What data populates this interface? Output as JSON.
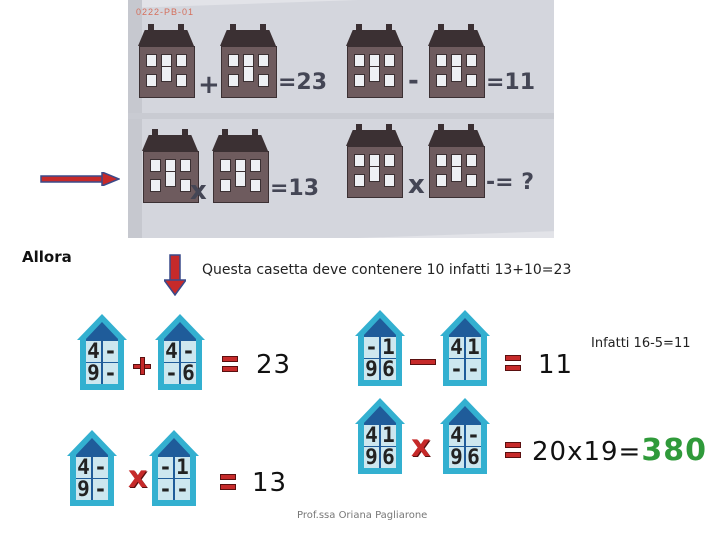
{
  "photo": {
    "code": "0222-PB-01",
    "top_row": {
      "op1": "+",
      "expr1": "=23",
      "op2": "-",
      "expr2": "=11"
    },
    "bottom_row": {
      "op1": "x",
      "expr1": "=13",
      "op2": "x",
      "expr2": "-= ?"
    }
  },
  "labels": {
    "allora": "Allora",
    "explanation": "Questa casetta deve contenere 10  infatti 13+10=23",
    "infatti": "Infatti 16-5=11",
    "author": "Prof.ssa Oriana Pagliarone"
  },
  "houses": {
    "r1_a": [
      "4",
      "-",
      "9",
      "-"
    ],
    "r1_b": [
      "4",
      "-",
      "-",
      "6"
    ],
    "r1_c": [
      "-",
      "1",
      "9",
      "6"
    ],
    "r1_d": [
      "4",
      "1",
      "-",
      "-"
    ],
    "r2_a": [
      "4",
      "-",
      "9",
      "-"
    ],
    "r2_b": [
      "-",
      "1",
      "-",
      "-"
    ],
    "r2_c": [
      "4",
      "1",
      "9",
      "6"
    ],
    "r2_d": [
      "4",
      "-",
      "9",
      "6"
    ]
  },
  "results": {
    "r1_left": "23",
    "r1_right": "11",
    "r2_left": "13",
    "r2_right_prefix": "20x19=",
    "r2_right_value": "380"
  },
  "colors": {
    "house_light": "#33b0d0",
    "house_dark": "#1f5c9a",
    "cell": "#cde7ef",
    "operator": "#c62a2a",
    "answer": "#2f9a3a"
  }
}
